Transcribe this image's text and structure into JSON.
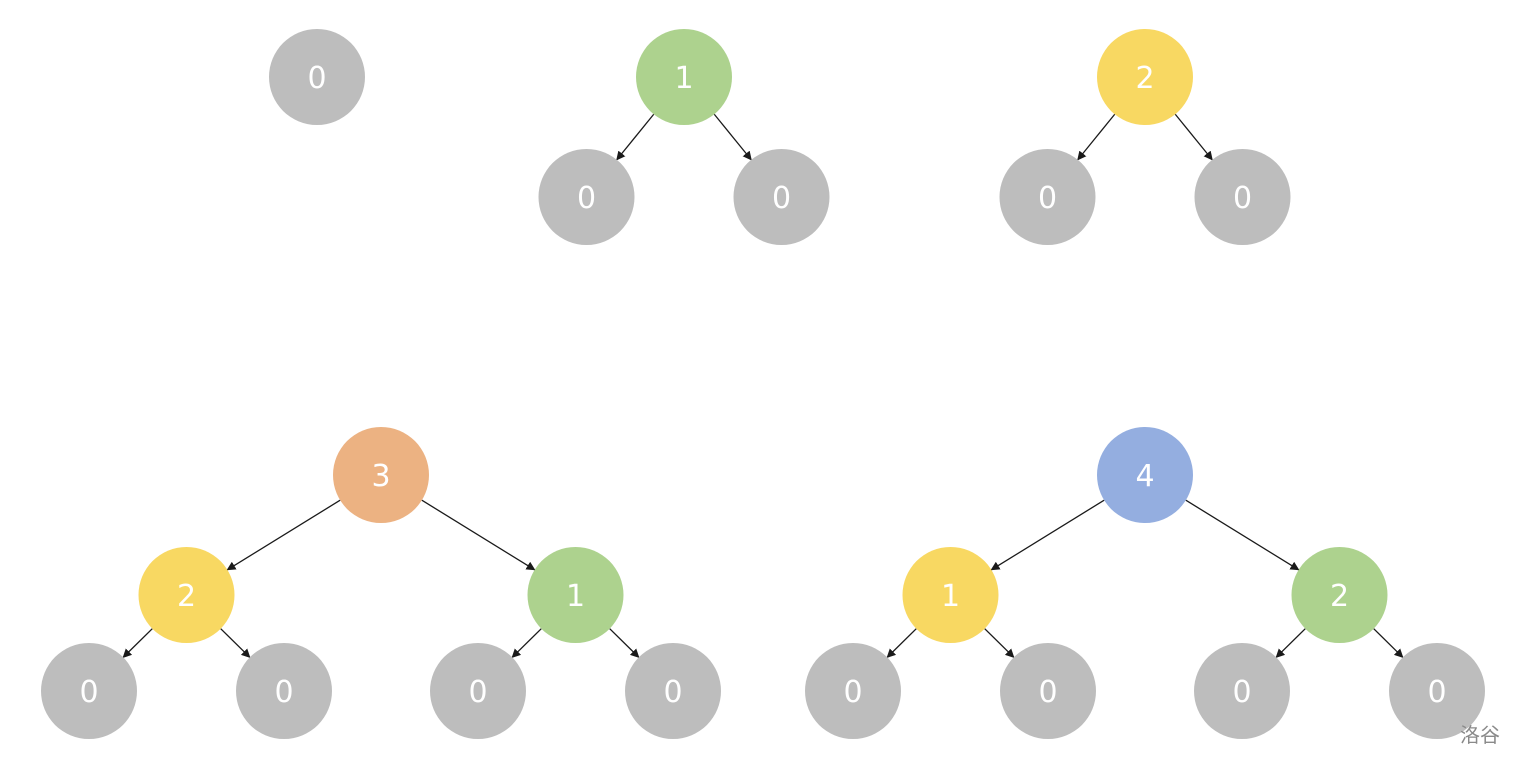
{
  "title": "Trees labeled by node values",
  "colors": {
    "0": "#bdbdbd",
    "1": "#add28e",
    "2": "#f8d862",
    "3": "#ecb282",
    "4": "#94aee0",
    "edge": "#1a1a1a",
    "label": "#ffffff"
  },
  "trees": [
    {
      "id": "tree-0",
      "root": {
        "value": "0",
        "color": "0",
        "children": []
      }
    },
    {
      "id": "tree-1",
      "root": {
        "value": "1",
        "color": "1",
        "children": [
          {
            "value": "0",
            "color": "0",
            "children": []
          },
          {
            "value": "0",
            "color": "0",
            "children": []
          }
        ]
      }
    },
    {
      "id": "tree-2",
      "root": {
        "value": "2",
        "color": "2",
        "children": [
          {
            "value": "0",
            "color": "0",
            "children": []
          },
          {
            "value": "0",
            "color": "0",
            "children": []
          }
        ]
      }
    },
    {
      "id": "tree-3",
      "root": {
        "value": "3",
        "color": "3",
        "children": [
          {
            "value": "2",
            "color": "2",
            "children": [
              {
                "value": "0",
                "color": "0",
                "children": []
              },
              {
                "value": "0",
                "color": "0",
                "children": []
              }
            ]
          },
          {
            "value": "1",
            "color": "1",
            "children": [
              {
                "value": "0",
                "color": "0",
                "children": []
              },
              {
                "value": "0",
                "color": "0",
                "children": []
              }
            ]
          }
        ]
      }
    },
    {
      "id": "tree-4",
      "root": {
        "value": "4",
        "color": "4",
        "children": [
          {
            "value": "1",
            "color": "2",
            "children": [
              {
                "value": "0",
                "color": "0",
                "children": []
              },
              {
                "value": "0",
                "color": "0",
                "children": []
              }
            ]
          },
          {
            "value": "2",
            "color": "1",
            "children": [
              {
                "value": "0",
                "color": "0",
                "children": []
              },
              {
                "value": "0",
                "color": "0",
                "children": []
              }
            ]
          }
        ]
      }
    }
  ],
  "watermark": "洛谷"
}
